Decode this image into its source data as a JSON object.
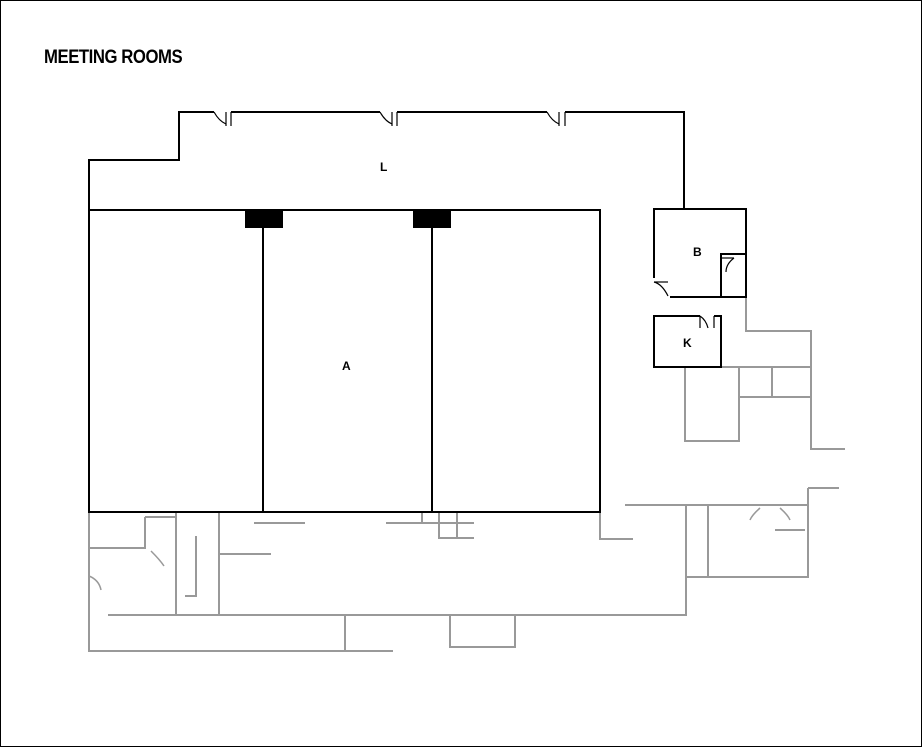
{
  "title": "MEETING ROOMS",
  "rooms": {
    "L": "L",
    "A": "A",
    "B": "B",
    "K": "K"
  },
  "colors": {
    "wall": "#000000",
    "context_wall": "#999999",
    "background": "#ffffff"
  }
}
